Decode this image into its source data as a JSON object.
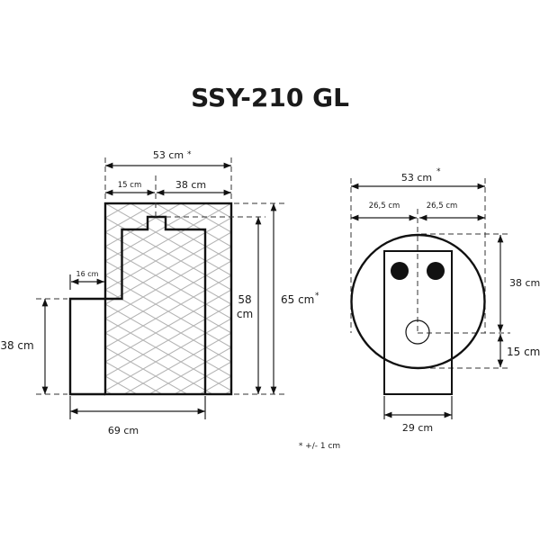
{
  "title": "SSY-210 GL",
  "side_view": {
    "total_width": "53 cm",
    "total_width_mark": "*",
    "left_part": "15 cm",
    "right_part": "38 cm",
    "step_width": "16 cm",
    "step_height": "38 cm",
    "depth": "69 cm",
    "inner_height_value": "58",
    "inner_height_unit": "cm",
    "total_height": "65 cm",
    "total_height_mark": "*"
  },
  "front_view": {
    "total_width": "53 cm",
    "total_width_mark": "*",
    "half_left": "26,5 cm",
    "half_right": "26,5 cm",
    "upper_height": "38 cm",
    "lower_height": "15 cm",
    "base_width": "29 cm"
  },
  "footnote": "* +/- 1 cm",
  "colors": {
    "line": "#111111",
    "hatch": "#b5b5b5"
  }
}
